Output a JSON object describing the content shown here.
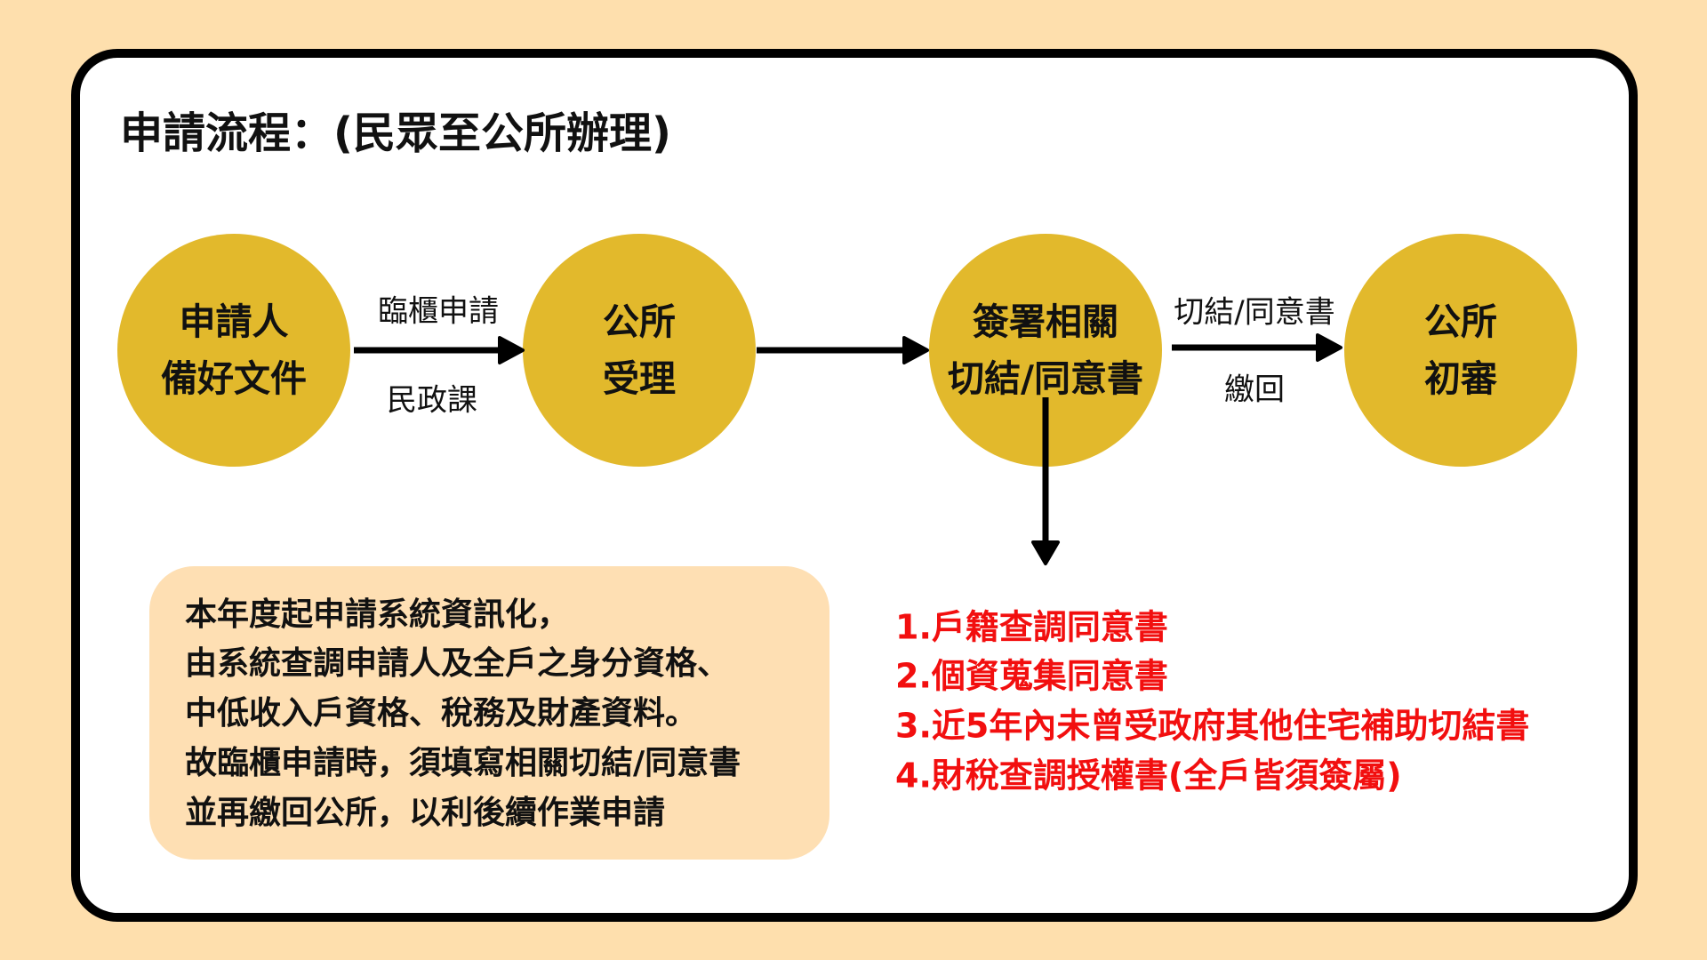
{
  "title": "申請流程：(民眾至公所辦理)",
  "steps": [
    {
      "line1": "申請人",
      "line2": "備好文件"
    },
    {
      "line1": "公所",
      "line2": "受理"
    },
    {
      "line1": "簽署相關",
      "line2": "切結/同意書"
    },
    {
      "line1": "公所",
      "line2": "初審"
    }
  ],
  "arrow_labels": {
    "a1_top": "臨櫃申請",
    "a1_bottom": "民政課",
    "a3_top": "切結/同意書",
    "a3_bottom": "繳回"
  },
  "note": [
    "本年度起申請系統資訊化，",
    "由系統查調申請人及全戶之身分資格、",
    "中低收入戶資格、稅務及財產資料。",
    "故臨櫃申請時，須填寫相關切結/同意書",
    "並再繳回公所，以利後續作業申請"
  ],
  "documents": [
    "1.戶籍查調同意書",
    "2.個資蒐集同意書",
    "3.近5年內未曾受政府其他住宅補助切結書",
    "4.財稅查調授權書(全戶皆須簽屬)"
  ],
  "colors": {
    "background": "#FEDFAD",
    "circle": "#E2B92C",
    "note": "#FEDFB3",
    "red": "#F20F0F"
  }
}
